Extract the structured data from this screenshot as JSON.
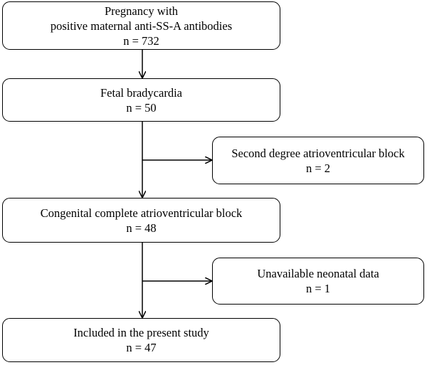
{
  "flowchart": {
    "boxes": [
      {
        "lines": [
          "Pregnancy with",
          "positive maternal anti-SS-A antibodies",
          "n = 732"
        ]
      },
      {
        "lines": [
          "Fetal bradycardia",
          "n = 50"
        ]
      },
      {
        "lines": [
          "Second degree atrioventricular block",
          "n = 2"
        ]
      },
      {
        "lines": [
          "Congenital complete atrioventricular block",
          "n = 48"
        ]
      },
      {
        "lines": [
          "Unavailable neonatal data",
          "n = 1"
        ]
      },
      {
        "lines": [
          "Included in the present study",
          "n = 47"
        ]
      }
    ]
  }
}
